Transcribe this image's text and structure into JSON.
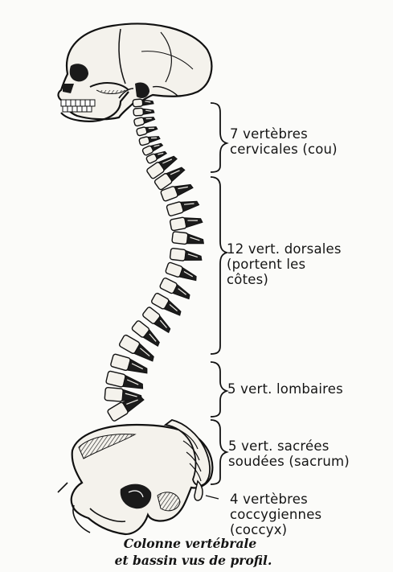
{
  "labels": {
    "cervical": "7 vertèbres\ncervicales (cou)",
    "dorsal": "12 vert. dorsales\n(portent les\ncôtes)",
    "lumbar": "5 vert. lombaires",
    "sacral": "5 vert. sacrées\nsoudées (sacrum)",
    "coccyx": "4 vertèbres\ncoccygiennes\n(coccyx)"
  },
  "caption": {
    "line1": "Colonne vertébrale",
    "line2": "et bassin vus de profil."
  },
  "colors": {
    "ink": "#151515",
    "bone": "#f4f2ec",
    "paper": "#fbfbf9"
  }
}
